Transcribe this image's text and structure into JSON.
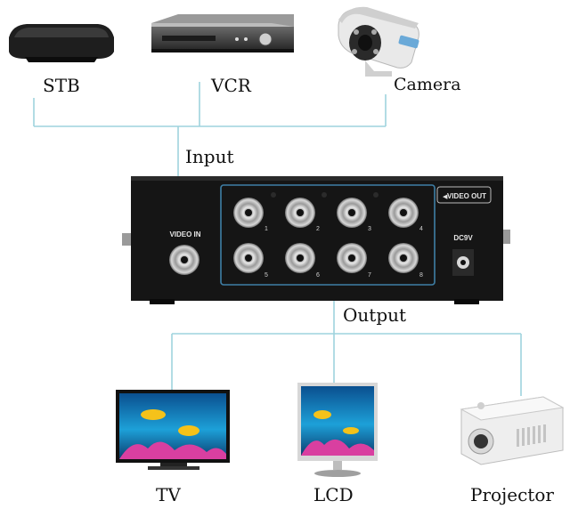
{
  "inputs": {
    "stb": "STB",
    "vcr": "VCR",
    "camera": "Camera"
  },
  "input_label": "Input",
  "output_label": "Output",
  "device": {
    "video_in": "VIDEO IN",
    "video_out": "VIDEO OUT",
    "power": "DC9V",
    "port_numbers": [
      "1",
      "2",
      "3",
      "4",
      "5",
      "6",
      "7",
      "8"
    ]
  },
  "outputs": {
    "tv": "TV",
    "lcd": "LCD",
    "projector": "Projector"
  },
  "colors": {
    "connector_line": "#9ed3dd",
    "device_body": "#151515",
    "panel_border": "#3f7fa6"
  }
}
